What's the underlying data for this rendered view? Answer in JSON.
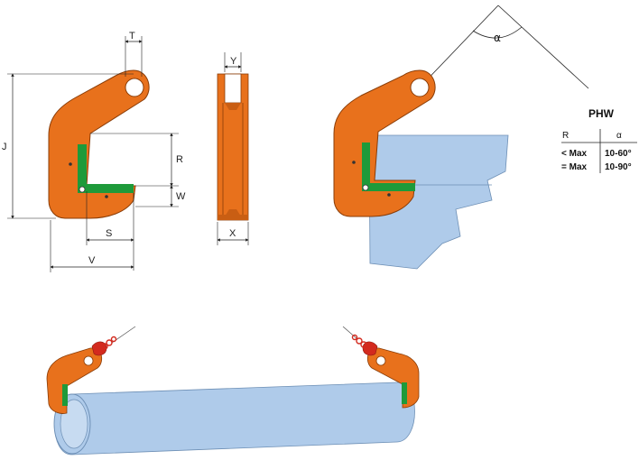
{
  "colors": {
    "clamp": "#E8711C",
    "clamp_outline": "#8a3d08",
    "pad": "#1E9A3A",
    "load": "#AFCBEA",
    "load_outline": "#6d8fb5",
    "shackle": "#D32A1E",
    "line": "#222222"
  },
  "dimensions": {
    "T": "T",
    "J": "J",
    "R": "R",
    "W": "W",
    "S": "S",
    "V": "V",
    "Y": "Y",
    "X": "X"
  },
  "angle_label": "α",
  "table": {
    "title": "PHW",
    "headers": [
      "R",
      "α"
    ],
    "rows": [
      {
        "r": "< Max",
        "alpha": "10-60°"
      },
      {
        "r": "= Max",
        "alpha": "10-90°"
      }
    ]
  }
}
